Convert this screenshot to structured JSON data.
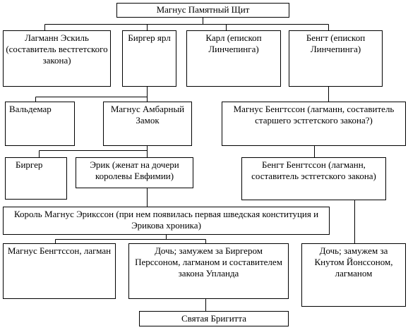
{
  "nodes": {
    "magnus_shield": "Магнус Памятный Щит",
    "lagmann_eskil": "Лагманн Эскиль (составитель вестгетского закона)",
    "birger_jarl": "Биргер ярл",
    "karl": "Карл (епископ Линчепинга)",
    "bengt": "Бенгт (епископ Линчепинга)",
    "valdemar": "Вальдемар",
    "magnus_barnlock": "Магнус Амбарный Замок",
    "magnus_bengtsson_senior": "Магнус Бенгтссон (лагманн, составитель старшего эстгетского закона?)",
    "birger": "Биргер",
    "erik": "Эрик (женат на дочери королевы Евфимии)",
    "bengt_bengtsson": "Бенгт Бенгтссон (лагманн, составитель эстгетского закона)",
    "king_magnus_eriksson": "Король Магнус Эрикссон (при нем появилась первая шведская конституция и Эрикова хроника)",
    "magnus_bengtsson_lagman": "Магнус Бенгтссон, лагман",
    "daughter_birger_persson": "Дочь; замужем за Биргером Перссоном, лагманом и составителем закона Упланда",
    "daughter_knut_jonsson": "Дочь; замужем за Кнутом Йонссоном, лагманом",
    "saint_birgitta": "Святая Бригитта"
  },
  "colors": {
    "line": "#000000",
    "box_border": "#000000",
    "background": "#ffffff"
  }
}
